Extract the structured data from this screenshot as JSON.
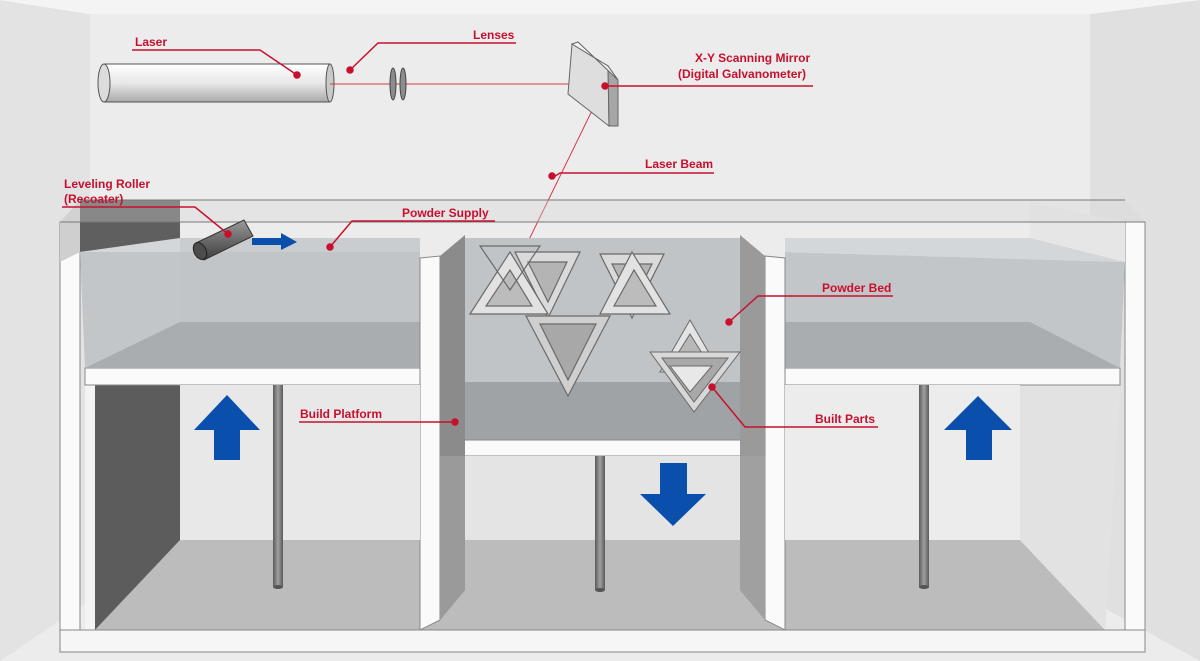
{
  "labels": {
    "laser": "Laser",
    "lenses": "Lenses",
    "mirror_line1": "X-Y Scanning Mirror",
    "mirror_line2": "(Digital Galvanometer)",
    "laser_beam": "Laser Beam",
    "roller_line1": "Leveling Roller",
    "roller_line2": "(Recoater)",
    "powder_supply": "Powder Supply",
    "powder_bed": "Powder Bed",
    "build_platform": "Build Platform",
    "built_parts": "Built Parts"
  },
  "colors": {
    "callout": "#c8102e",
    "arrow": "#0b4fad",
    "powder": "#b9bcbf",
    "wall": "#f4f4f4",
    "shadow": "#6e6e6e",
    "background": "#eaeaea"
  },
  "motion": {
    "left_piston": "up",
    "center_piston": "down",
    "right_piston": "up",
    "roller": "right"
  }
}
